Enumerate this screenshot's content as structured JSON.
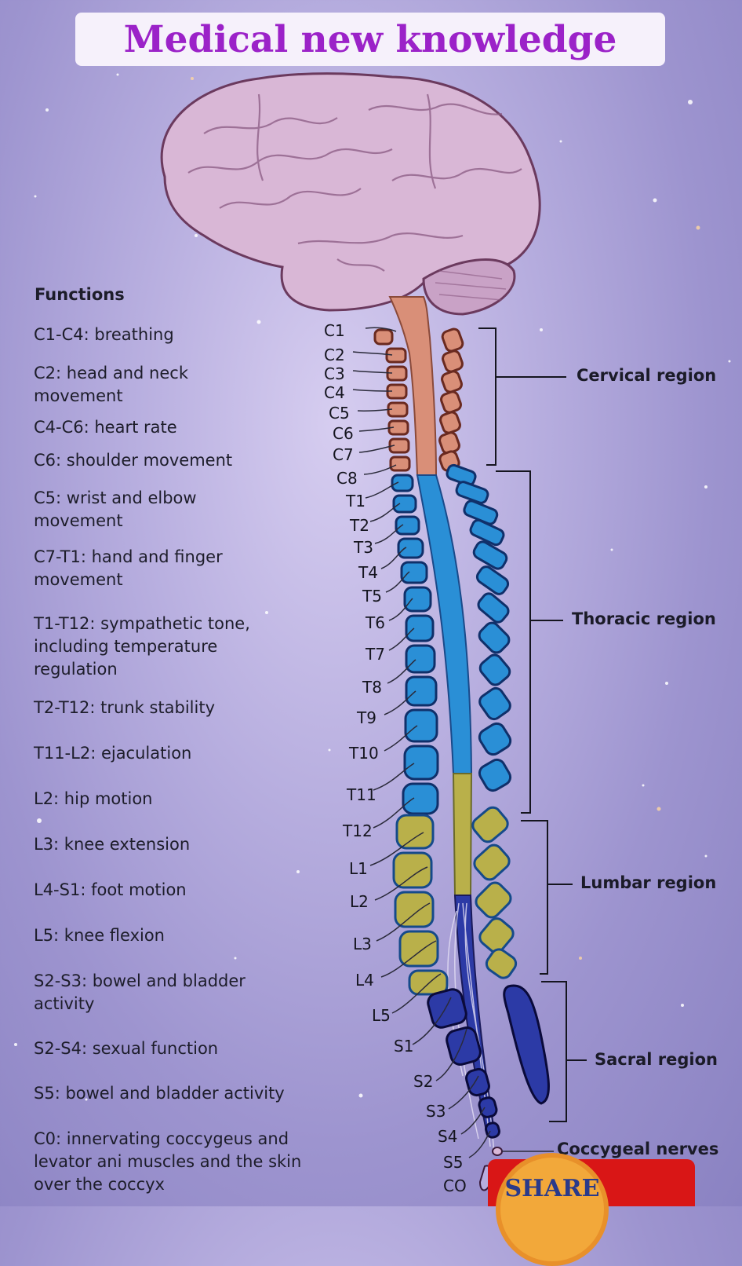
{
  "banner": {
    "title": "Medical new knowledge"
  },
  "functions": {
    "title": "Functions",
    "items": [
      "C1-C4: breathing",
      "C2: head and neck\nmovement",
      "C4-C6: heart rate",
      "C6: shoulder movement",
      "C5: wrist and elbow\nmovement",
      "C7-T1: hand and finger\nmovement",
      "T1-T12: sympathetic tone,\nincluding temperature\nregulation",
      "T2-T12: trunk stability",
      "T11-L2: ejaculation",
      "L2: hip motion",
      "L3: knee extension",
      "L4-S1: foot motion",
      "L5: knee flexion",
      "S2-S3: bowel and bladder\nactivity",
      "S2-S4: sexual function",
      "S5: bowel and bladder activity",
      "C0: innervating coccygeus and\nlevator ani muscles and the skin\nover the coccyx"
    ]
  },
  "vertebra_labels": [
    "C1",
    "C2",
    "C3",
    "C4",
    "C5",
    "C6",
    "C7",
    "C8",
    "T1",
    "T2",
    "T3",
    "T4",
    "T5",
    "T6",
    "T7",
    "T8",
    "T9",
    "T10",
    "T11",
    "T12",
    "L1",
    "L2",
    "L3",
    "L4",
    "L5",
    "S1",
    "S2",
    "S3",
    "S4",
    "S5",
    "CO"
  ],
  "regions": {
    "cervical": "Cervical region",
    "thoracic": "Thoracic region",
    "lumbar": "Lumbar region",
    "sacral": "Sacral region",
    "coccygeal": "Coccygeal nerves"
  },
  "colors": {
    "cervical": "#d98f78",
    "thoracic": "#2a8fd6",
    "lumbar": "#b9b04a",
    "sacral": "#2c3aa6",
    "brain": "#d9b7d6",
    "banner_text": "#9b22c8"
  },
  "share": {
    "label": "SHARE"
  }
}
